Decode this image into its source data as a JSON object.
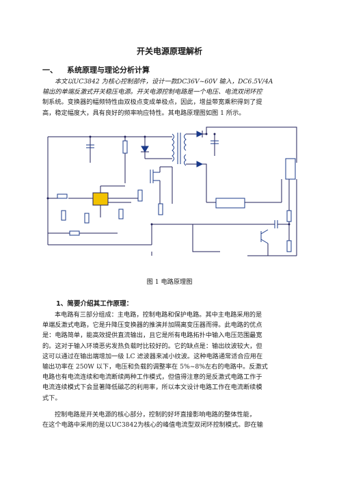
{
  "doc": {
    "title": "开关电源原理解析",
    "section1": {
      "num": "一、",
      "title": "系统原理与理论分析计算"
    },
    "intro_lines": [
      "本文以UC3842 为核心控制部件，设计一款DC36V~60V 输入，DC6.5V/4A",
      "输出的单端反激式开关稳压电源。开关电源控制电路是一个电压、电流双闭环控",
      "制系统。变换器的幅频特性由双极点变成单极点，因此，增益带宽乘积得到了提",
      "高，稳定幅度大，具有良好的频率响应特性。其电路原理图如图  1  所示。"
    ],
    "figure_caption": "图 1 电路原理图",
    "subsection1": "1、简要介绍其工作原理：",
    "body_lines": [
      "本电路有三部分组成：主电路，控制电路和保护电路。其中主电路采用的是",
      "单端反激式电路，它是升降压变换器的推演并加隔离变压器而得。此电路的优点",
      "是：电路简单，能高效提供直流输出，且它是所有电路拓扑中输入电压范围最宽",
      "的。这对于输入环境恶劣发热负载时比较好的。它的缺点是：输出纹波较大，但",
      "这可以通过在输出端增加一级 LC 滤波器来减小纹波。这种电路通常适合应用在",
      "输出功率在 250W 以下，电压和负载的调整率在 5%~8%左右的电路中。反激式",
      "电路也有电流连续和电流断续两种工作模式，但值得注意的是反激式电路工作于",
      "电流连续模式下会显著降低磁芯的利用率，所以本文设计电路工作在电流断续模",
      "式下。"
    ],
    "tail_lines": [
      "控制电路是开关电源的核心部分，控制的好坏直接影响电路的整体性能，",
      "在这个电路中采用的是以UC3842为核心的峰值电流型双闭环控制模式。即在输"
    ]
  },
  "colors": {
    "text": "#1a1a1a",
    "wire": "#1f1f5a",
    "part": "#1a3a8a",
    "ic": "#f2c200"
  }
}
